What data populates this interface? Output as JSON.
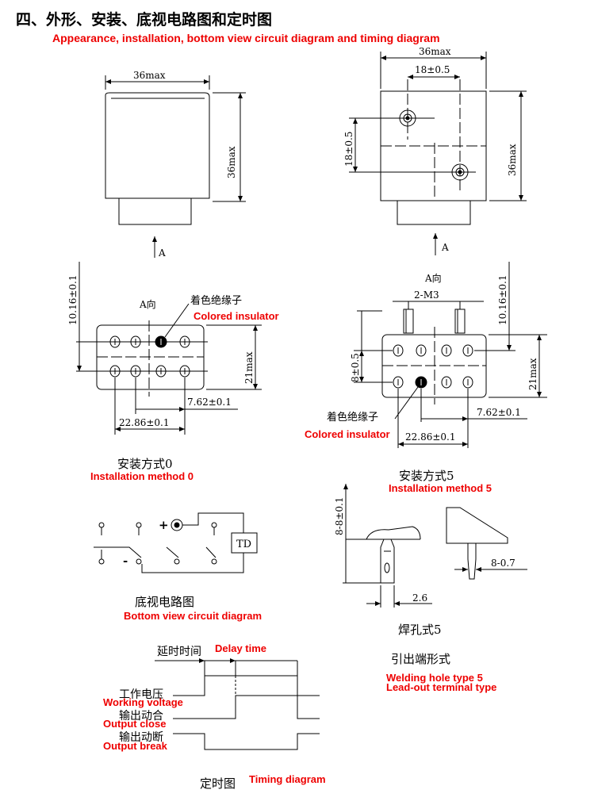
{
  "heading": {
    "title_cn": "四、外形、安装、底视电路图和定时图",
    "title_en": "Appearance, installation, bottom view circuit diagram and timing diagram"
  },
  "dimensions": {
    "w36_left": "36max",
    "h36_left": "36max",
    "w36_right": "36max",
    "h36_right": "36max",
    "d18_h": "18±0.5",
    "d18_v": "18±0.5",
    "arrow_a_left": "A",
    "arrow_a_right": "A",
    "view_a_left": "A向",
    "view_a_right": "A向",
    "h1016_left": "10.16±0.1",
    "h1016_right": "10.16±0.1",
    "h21_left": "21max",
    "h21_right": "21max",
    "d762_left": "7.62±0.1",
    "d762_right": "7.62±0.1",
    "d2286_left": "22.86±0.1",
    "d2286_right": "22.86±0.1",
    "thread": "2-M3",
    "d8_left": "8±0.5",
    "d8_8": "8-8±0.1",
    "d26": "2.6",
    "d807": "8-0.7"
  },
  "insulator": {
    "left_cn": "着色绝缘子",
    "left_en": "Colored insulator",
    "right_cn": "着色绝缘子",
    "right_en": "Colored insulator"
  },
  "installation": {
    "method0_cn": "安装方式0",
    "method0_en": "Installation method 0",
    "method5_cn": "安装方式5",
    "method5_en": "Installation method 5"
  },
  "circuit": {
    "td_label": "TD",
    "plus": "+",
    "minus": "-",
    "title_cn": "底视电路图",
    "title_en": "Bottom view circuit diagram"
  },
  "terminal": {
    "weld_cn": "焊孔式5",
    "leadout_cn": "引出端形式",
    "weld_en": "Welding hole type 5",
    "leadout_en": "Lead-out terminal type"
  },
  "timing": {
    "delay_cn": "延时时间",
    "delay_en": "Delay time",
    "working_cn": "工作电压",
    "working_en": "Working voltage",
    "close_cn": "输出动合",
    "close_en": "Output close",
    "break_cn": "输出动断",
    "break_en": "Output break",
    "title_cn": "定时图",
    "title_en": "Timing diagram"
  }
}
